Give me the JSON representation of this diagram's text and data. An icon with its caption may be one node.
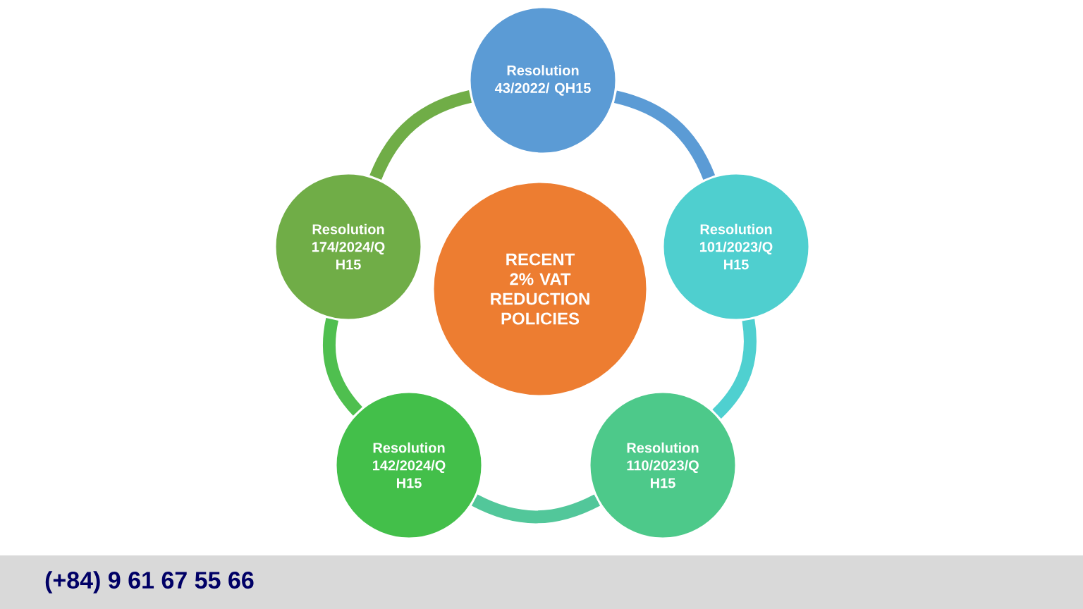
{
  "diagram": {
    "nodes": [
      {
        "text": [
          "RECENT 2% VAT REDUCTION POLICIES"
        ]
      },
      {
        "text": [
          "Resolution 43/2022/ QH15"
        ]
      },
      {
        "text": [
          "Resolution 101/2023/Q H15"
        ]
      },
      {
        "text": [
          "Resolution 110/2023/Q H15"
        ]
      },
      {
        "text": [
          "Resolution 142/2024/Q H15"
        ]
      },
      {
        "text": [
          "Resolution 174/2024/Q H15"
        ]
      }
    ],
    "edges": [
      {
        "from": 1,
        "to": 2,
        "arrow": "none",
        "color": "#5b9bd5"
      },
      {
        "from": 2,
        "to": 3,
        "arrow": "none",
        "color": "#4fd0d0"
      },
      {
        "from": 3,
        "to": 4,
        "arrow": "none",
        "color": "#52c79a"
      },
      {
        "from": 4,
        "to": 5,
        "arrow": "none",
        "color": "#4fbf4f"
      },
      {
        "from": 5,
        "to": 1,
        "arrow": "none",
        "color": "#70ad47"
      }
    ],
    "labels": [
      "(+84) 9 61 67 55 66"
    ]
  }
}
